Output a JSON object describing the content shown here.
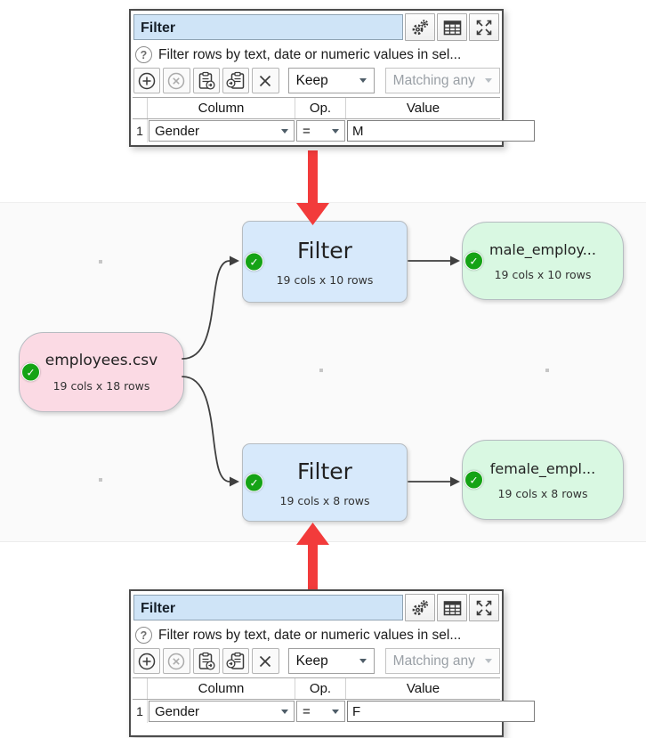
{
  "colors": {
    "red_arrow": "#f23b3b",
    "check_green": "#15a315",
    "title_field_bg": "#cfe4f7",
    "node_source": "#fbdae4",
    "node_filter": "#d7e9fb",
    "node_output": "#d9f8e2"
  },
  "panels": {
    "top": {
      "title": "Filter",
      "help_text": "Filter rows by text, date or numeric values in sel...",
      "keep": "Keep",
      "matching": "Matching any",
      "headers": {
        "column": "Column",
        "op": "Op.",
        "value": "Value"
      },
      "row": {
        "num": "1",
        "column": "Gender",
        "op": "=",
        "value": "M"
      }
    },
    "bottom": {
      "title": "Filter",
      "help_text": "Filter rows by text, date or numeric values in sel...",
      "keep": "Keep",
      "matching": "Matching any",
      "headers": {
        "column": "Column",
        "op": "Op.",
        "value": "Value"
      },
      "row": {
        "num": "1",
        "column": "Gender",
        "op": "=",
        "value": "F"
      }
    }
  },
  "graph": {
    "source": {
      "label": "employees.csv",
      "sublabel": "19 cols x 18 rows"
    },
    "filter_top": {
      "label": "Filter",
      "sublabel": "19 cols x 10 rows"
    },
    "output_top": {
      "label": "male_employ...",
      "sublabel": "19 cols x 10 rows"
    },
    "filter_bottom": {
      "label": "Filter",
      "sublabel": "19 cols x 8 rows"
    },
    "output_bottom": {
      "label": "female_empl...",
      "sublabel": "19 cols x 8 rows"
    }
  }
}
